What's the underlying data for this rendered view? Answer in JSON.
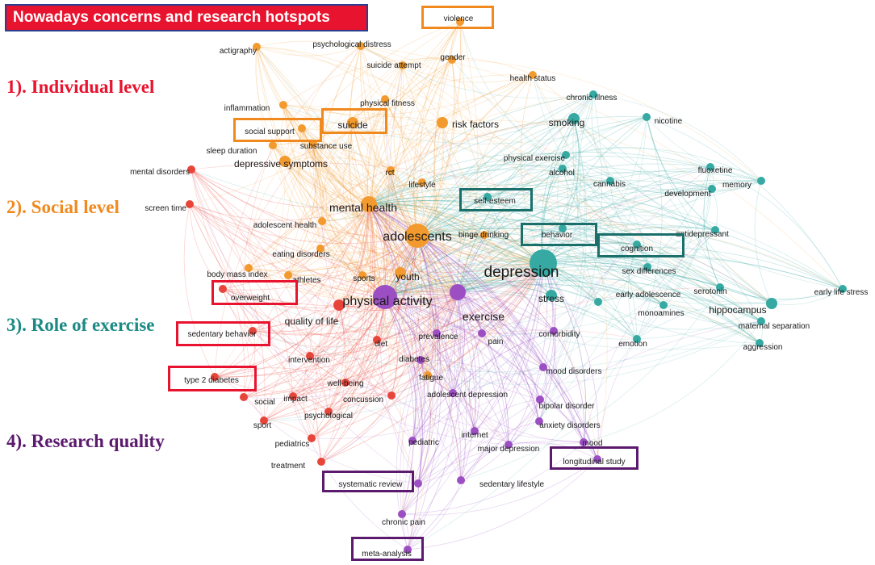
{
  "banner": {
    "title": "Nowadays concerns and research hotspots"
  },
  "levels": [
    {
      "text": "1). Individual level",
      "color": "#e8132e"
    },
    {
      "text": "2). Social level",
      "color": "#f08a1f"
    },
    {
      "text": "3). Role of exercise",
      "color": "#1b8a83"
    },
    {
      "text": "4). Research quality",
      "color": "#5b1a6e"
    }
  ],
  "clusters": {
    "red": "#e8453a",
    "orange": "#f29a2e",
    "teal": "#36a9a3",
    "purple": "#9b4fc2"
  },
  "box_colors": {
    "red": "#e8132e",
    "orange": "#f08a1f",
    "teal": "#1b6f6b",
    "purple": "#5b1a6e"
  },
  "nodes": [
    {
      "label": "violence",
      "cluster": "orange",
      "weight": 1
    },
    {
      "label": "actigraphy",
      "cluster": "orange",
      "weight": 1
    },
    {
      "label": "psychological distress",
      "cluster": "orange",
      "weight": 1
    },
    {
      "label": "gender",
      "cluster": "orange",
      "weight": 1
    },
    {
      "label": "suicide attempt",
      "cluster": "orange",
      "weight": 1
    },
    {
      "label": "health status",
      "cluster": "orange",
      "weight": 1
    },
    {
      "label": "chronic illness",
      "cluster": "teal",
      "weight": 1
    },
    {
      "label": "inflammation",
      "cluster": "orange",
      "weight": 1
    },
    {
      "label": "physical fitness",
      "cluster": "orange",
      "weight": 1
    },
    {
      "label": "social support",
      "cluster": "orange",
      "weight": 1
    },
    {
      "label": "suicide",
      "cluster": "orange",
      "weight": 2
    },
    {
      "label": "risk factors",
      "cluster": "orange",
      "weight": 2
    },
    {
      "label": "smoking",
      "cluster": "teal",
      "weight": 2
    },
    {
      "label": "nicotine",
      "cluster": "teal",
      "weight": 1
    },
    {
      "label": "sleep duration",
      "cluster": "orange",
      "weight": 1
    },
    {
      "label": "substance use",
      "cluster": "orange",
      "weight": 1
    },
    {
      "label": "physical exercise",
      "cluster": "teal",
      "weight": 1
    },
    {
      "label": "mental disorders",
      "cluster": "red",
      "weight": 1
    },
    {
      "label": "depressive symptoms",
      "cluster": "orange",
      "weight": 2
    },
    {
      "label": "rct",
      "cluster": "orange",
      "weight": 1
    },
    {
      "label": "alcohol",
      "cluster": "teal",
      "weight": 1
    },
    {
      "label": "fluoxetine",
      "cluster": "teal",
      "weight": 1
    },
    {
      "label": "memory",
      "cluster": "teal",
      "weight": 1
    },
    {
      "label": "lifestyle",
      "cluster": "orange",
      "weight": 1
    },
    {
      "label": "cannabis",
      "cluster": "teal",
      "weight": 1
    },
    {
      "label": "development",
      "cluster": "teal",
      "weight": 1
    },
    {
      "label": "self-esteem",
      "cluster": "teal",
      "weight": 1
    },
    {
      "label": "screen time",
      "cluster": "red",
      "weight": 1
    },
    {
      "label": "mental health",
      "cluster": "orange",
      "weight": 3
    },
    {
      "label": "adolescent health",
      "cluster": "orange",
      "weight": 1
    },
    {
      "label": "behavior",
      "cluster": "teal",
      "weight": 1
    },
    {
      "label": "antidepressant",
      "cluster": "teal",
      "weight": 1
    },
    {
      "label": "adolescents",
      "cluster": "orange",
      "weight": 4
    },
    {
      "label": "binge drinking",
      "cluster": "orange",
      "weight": 1
    },
    {
      "label": "eating disorders",
      "cluster": "orange",
      "weight": 1
    },
    {
      "label": "cognition",
      "cluster": "teal",
      "weight": 1
    },
    {
      "label": "depression",
      "cluster": "teal",
      "weight": 5
    },
    {
      "label": "body mass index",
      "cluster": "orange",
      "weight": 1
    },
    {
      "label": "sports",
      "cluster": "orange",
      "weight": 1
    },
    {
      "label": "youth",
      "cluster": "orange",
      "weight": 2
    },
    {
      "label": "sex differences",
      "cluster": "teal",
      "weight": 1
    },
    {
      "label": "athletes",
      "cluster": "orange",
      "weight": 1
    },
    {
      "label": "overweight",
      "cluster": "red",
      "weight": 1
    },
    {
      "label": "physical activity",
      "cluster": "purple",
      "weight": 4
    },
    {
      "label": "stress",
      "cluster": "teal",
      "weight": 2
    },
    {
      "label": "early adolescence",
      "cluster": "teal",
      "weight": 1
    },
    {
      "label": "serotonin",
      "cluster": "teal",
      "weight": 1
    },
    {
      "label": "early life stress",
      "cluster": "teal",
      "weight": 1
    },
    {
      "label": "quality of life",
      "cluster": "red",
      "weight": 2
    },
    {
      "label": "exercise",
      "cluster": "purple",
      "weight": 3
    },
    {
      "label": "monoamines",
      "cluster": "teal",
      "weight": 1
    },
    {
      "label": "hippocampus",
      "cluster": "teal",
      "weight": 2
    },
    {
      "label": "maternal separation",
      "cluster": "teal",
      "weight": 1
    },
    {
      "label": "sedentary behavior",
      "cluster": "red",
      "weight": 1
    },
    {
      "label": "diet",
      "cluster": "red",
      "weight": 1
    },
    {
      "label": "prevalence",
      "cluster": "purple",
      "weight": 1
    },
    {
      "label": "pain",
      "cluster": "purple",
      "weight": 1
    },
    {
      "label": "comorbidity",
      "cluster": "purple",
      "weight": 1
    },
    {
      "label": "emotion",
      "cluster": "teal",
      "weight": 1
    },
    {
      "label": "aggression",
      "cluster": "teal",
      "weight": 1
    },
    {
      "label": "intervention",
      "cluster": "red",
      "weight": 1
    },
    {
      "label": "diabetes",
      "cluster": "purple",
      "weight": 1
    },
    {
      "label": "mood disorders",
      "cluster": "purple",
      "weight": 1
    },
    {
      "label": "type 2 diabetes",
      "cluster": "red",
      "weight": 1
    },
    {
      "label": "well-being",
      "cluster": "red",
      "weight": 1
    },
    {
      "label": "fatigue",
      "cluster": "orange",
      "weight": 1
    },
    {
      "label": "social",
      "cluster": "red",
      "weight": 1
    },
    {
      "label": "impact",
      "cluster": "red",
      "weight": 1
    },
    {
      "label": "concussion",
      "cluster": "red",
      "weight": 1
    },
    {
      "label": "adolescent depression",
      "cluster": "purple",
      "weight": 1
    },
    {
      "label": "bipolar disorder",
      "cluster": "purple",
      "weight": 1
    },
    {
      "label": "psychological",
      "cluster": "red",
      "weight": 1
    },
    {
      "label": "sport",
      "cluster": "red",
      "weight": 1
    },
    {
      "label": "anxiety disorders",
      "cluster": "purple",
      "weight": 1
    },
    {
      "label": "pediatric",
      "cluster": "purple",
      "weight": 1
    },
    {
      "label": "internet",
      "cluster": "purple",
      "weight": 1
    },
    {
      "label": "pediatrics",
      "cluster": "red",
      "weight": 1
    },
    {
      "label": "mood",
      "cluster": "purple",
      "weight": 1
    },
    {
      "label": "major depression",
      "cluster": "purple",
      "weight": 1
    },
    {
      "label": "treatment",
      "cluster": "red",
      "weight": 1
    },
    {
      "label": "longitudinal study",
      "cluster": "purple",
      "weight": 1
    },
    {
      "label": "systematic review",
      "cluster": "purple",
      "weight": 1
    },
    {
      "label": "sedentary lifestyle",
      "cluster": "purple",
      "weight": 1
    },
    {
      "label": "chronic pain",
      "cluster": "purple",
      "weight": 1
    },
    {
      "label": "meta-analysis",
      "cluster": "purple",
      "weight": 1
    }
  ],
  "boxes": [
    {
      "node": "violence",
      "color": "orange"
    },
    {
      "node": "social support",
      "color": "orange"
    },
    {
      "node": "suicide",
      "color": "orange"
    },
    {
      "node": "self-esteem",
      "color": "teal"
    },
    {
      "node": "behavior",
      "color": "teal"
    },
    {
      "node": "cognition",
      "color": "teal"
    },
    {
      "node": "overweight",
      "color": "red"
    },
    {
      "node": "sedentary behavior",
      "color": "red"
    },
    {
      "node": "type 2 diabetes",
      "color": "red"
    },
    {
      "node": "systematic review",
      "color": "purple"
    },
    {
      "node": "longitudinal study",
      "color": "purple"
    },
    {
      "node": "meta-analysis",
      "color": "purple"
    }
  ]
}
